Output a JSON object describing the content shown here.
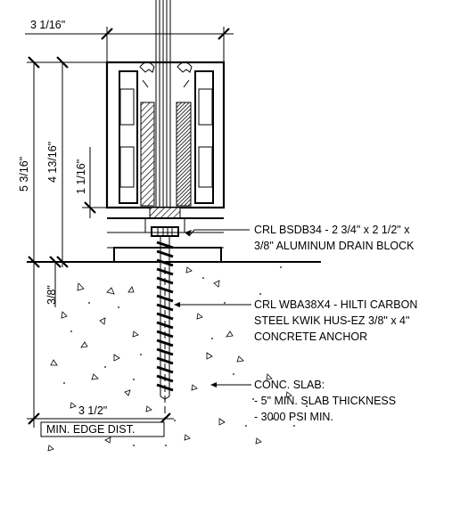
{
  "dimensions": {
    "top_width": "3 1/16\"",
    "overall_height": "5 3/16\"",
    "base_height": "4 13/16\"",
    "glass_seat": "1 1/16\"",
    "embed_offset": "3/8\"",
    "edge_distance": "3 1/2\"",
    "edge_distance_label": "MIN. EDGE DIST."
  },
  "callouts": {
    "drain_block": [
      "CRL BSDB34 - 2 3/4\" x 2 1/2\" x",
      "3/8\" ALUMINUM DRAIN BLOCK"
    ],
    "anchor": [
      "CRL WBA38X4 - HILTI CARBON",
      "STEEL KWIK HUS-EZ 3/8\" x 4\"",
      "CONCRETE ANCHOR"
    ],
    "slab": [
      "CONC. SLAB:",
      "- 5\" MIN. SLAB THICKNESS",
      "- 3000 PSI MIN."
    ]
  }
}
